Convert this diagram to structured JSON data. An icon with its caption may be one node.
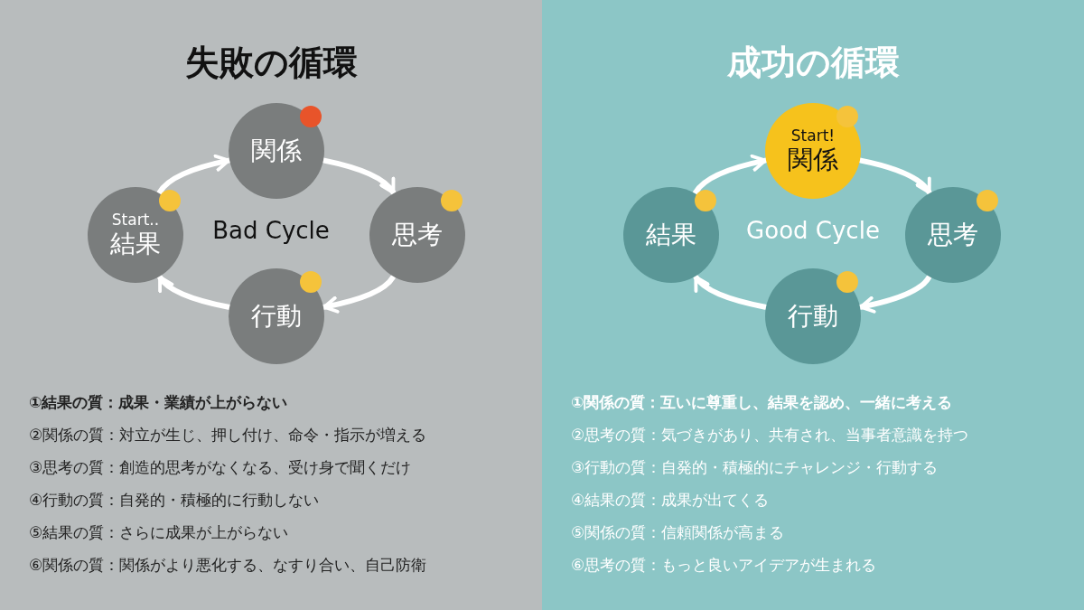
{
  "diagram": {
    "nodes": [
      {
        "text": [
          "失敗の循環",
          "Bad Cycle",
          "①結果の質：成果・業績が上がらない",
          "②関係の質：対立が生じ、押し付け、命令・指示が増える",
          "③思考の質：創造的思考がなくなる、受け身で聞くだけ",
          "④行動の質：自発的・積極的に行動しない",
          "⑤結果の質：さらに成果が上がらない",
          "⑥関係の質：関係がより悪化する、なすり合い、自己防衛"
        ]
      },
      {
        "text": [
          "関係"
        ],
        "in": 0
      },
      {
        "text": [
          "思考"
        ],
        "in": 0
      },
      {
        "text": [
          "行動"
        ],
        "in": 0
      },
      {
        "text": [
          "Start..",
          "結果"
        ],
        "in": 0
      },
      {
        "text": [
          "成功の循環",
          "Good Cycle",
          "①関係の質：互いに尊重し、結果を認め、一緒に考える",
          "②思考の質：気づきがあり、共有され、当事者意識を持つ",
          "③行動の質：自発的・積極的にチャレンジ・行動する",
          "④結果の質：成果が出てくる",
          "⑤関係の質：信頼関係が高まる",
          "⑥思考の質：もっと良いアイデアが生まれる"
        ]
      },
      {
        "text": [
          "Start!",
          "関係"
        ],
        "in": 5
      },
      {
        "text": [
          "思考"
        ],
        "in": 5
      },
      {
        "text": [
          "行動"
        ],
        "in": 5
      },
      {
        "text": [
          "結果"
        ],
        "in": 5
      }
    ],
    "edges": [
      {
        "from": 4,
        "to": 1,
        "arrow": "to"
      },
      {
        "from": 1,
        "to": 2,
        "arrow": "to"
      },
      {
        "from": 2,
        "to": 3,
        "arrow": "to"
      },
      {
        "from": 3,
        "to": 4,
        "arrow": "to"
      },
      {
        "from": 9,
        "to": 6,
        "arrow": "to"
      },
      {
        "from": 6,
        "to": 7,
        "arrow": "to"
      },
      {
        "from": 7,
        "to": 8,
        "arrow": "to"
      },
      {
        "from": 8,
        "to": 9,
        "arrow": "to"
      }
    ]
  }
}
